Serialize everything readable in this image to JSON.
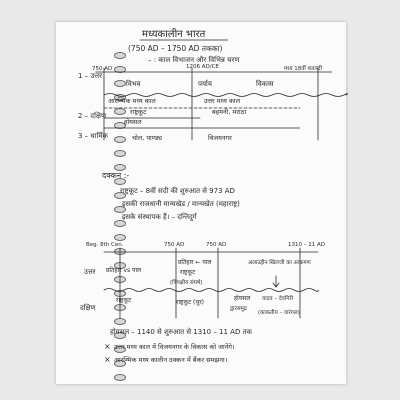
{
  "doc": {
    "title": "मध्यकालीन भारत",
    "subtitle": "(750 AD – 1750 AD तकका)",
    "section1_heading": "– : काल विभाजन और विभिन्न चरण",
    "timeline1": {
      "start": "750 AD",
      "mark_a": "1206 AD/CE",
      "end_label": "मध्य 18वीं शताब्दी",
      "regions": [
        "1 – उत्तर",
        "2 – दक्षिण",
        "3 – धार्मिक"
      ],
      "phase_labels": [
        "विभव",
        "पर्याय",
        "विकास"
      ],
      "north_left": "आरम्भिक मध्य काल",
      "north_right": "उत्तर मध्य काल",
      "south_row1_left": "राष्ट्रकूट",
      "south_row1_right": "बहमनी, मराठा",
      "south_row2": "होयसल",
      "religion_left": "चोल, पाण्ड्य",
      "religion_right": "विजयनगर"
    },
    "section2": {
      "heading": "दक्कन :-",
      "line1": "राष्ट्रकूट – 8वीं सदी की शुरुआत से 973 AD",
      "line2": "इसकी राजधानी मान्यखेड / मान्यखेत (महाराष्ट्र)",
      "line3": "इसके संस्थापक हैं। – दन्तिदुर्ग"
    },
    "timeline2": {
      "start": "Beg. 8th Cen.",
      "mark_a": "750 AD",
      "mark_b": "750 AD",
      "mark_c": "1310 – 11 AD",
      "region_north": "उत्तर",
      "region_south": "दक्षिण",
      "north_a": "प्रतिहार vs पाल",
      "north_b": "प्रतिहार ← पाल",
      "north_b_sub": "राष्ट्रकूट",
      "north_b_note": "(त्रिपक्षीय संघर्ष)",
      "north_c": "अलाउद्दीन खिलजी का आक्रमण",
      "south_a": "राष्ट्रकूट",
      "south_b": "राष्ट्रकूट (चुर)",
      "south_c": "होयसल",
      "south_d": "यादव – देवगिरी",
      "south_c_sub": "द्वारसमुद्र",
      "south_d_sub": "(काकतीय – वारंगल)"
    },
    "footer": {
      "line1": "होयसल – 1140 से शुरुआत से 1310 – 11 AD तक",
      "bullet1": "उत्तर मध्य काल में विजयनगर के विकास को जानेंगे।",
      "bullet2": "आरम्भिक मध्य कालीन दक्कन में बैंकर समझना।"
    }
  }
}
